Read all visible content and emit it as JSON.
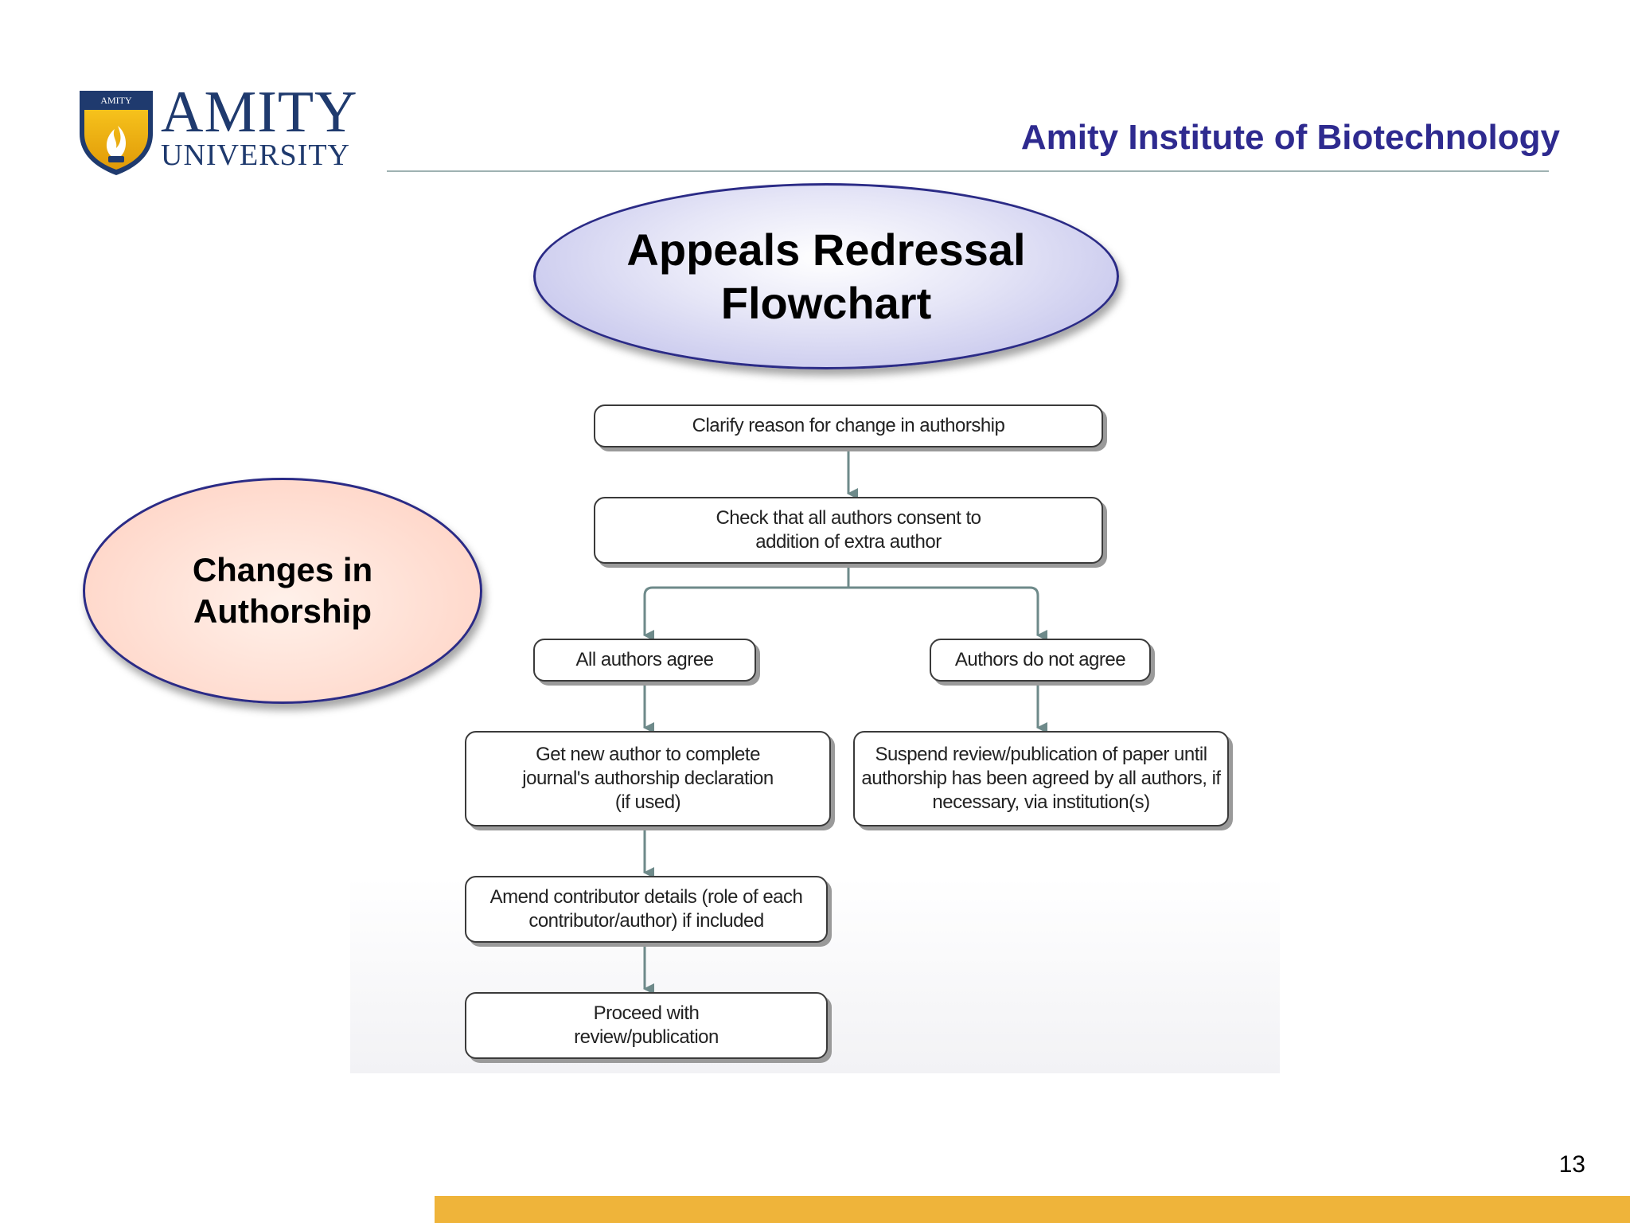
{
  "header": {
    "logo": {
      "name": "AMITY",
      "sub": "UNIVERSITY"
    },
    "institute": "Amity Institute of Biotechnology"
  },
  "title_ellipse": "Appeals Redressal Flowchart",
  "side_ellipse": "Changes in Authorship",
  "flowchart": {
    "nodes": [
      {
        "id": "n1",
        "text": "Clarify reason for change in authorship"
      },
      {
        "id": "n2",
        "text": "Check that all authors consent to addition of extra author"
      },
      {
        "id": "n3",
        "text": "All authors agree"
      },
      {
        "id": "n4",
        "text": "Authors do not agree"
      },
      {
        "id": "n5",
        "text": "Get new author to complete journal's authorship declaration (if used)"
      },
      {
        "id": "n6",
        "text": "Suspend review/publication of paper until authorship has been agreed by all authors, if necessary, via institution(s)"
      },
      {
        "id": "n7",
        "text": "Amend contributor details (role of each contributor/author) if included"
      },
      {
        "id": "n8",
        "text": "Proceed with review/publication"
      }
    ],
    "edges": [
      {
        "from": "n1",
        "to": "n2"
      },
      {
        "from": "n2",
        "to": "n3"
      },
      {
        "from": "n2",
        "to": "n4"
      },
      {
        "from": "n3",
        "to": "n5"
      },
      {
        "from": "n4",
        "to": "n6"
      },
      {
        "from": "n5",
        "to": "n7"
      },
      {
        "from": "n7",
        "to": "n8"
      }
    ]
  },
  "page_number": "13",
  "colors": {
    "accent": "#2e2a8f",
    "footer": "#efb43a",
    "arrow": "#6e8a8a"
  }
}
